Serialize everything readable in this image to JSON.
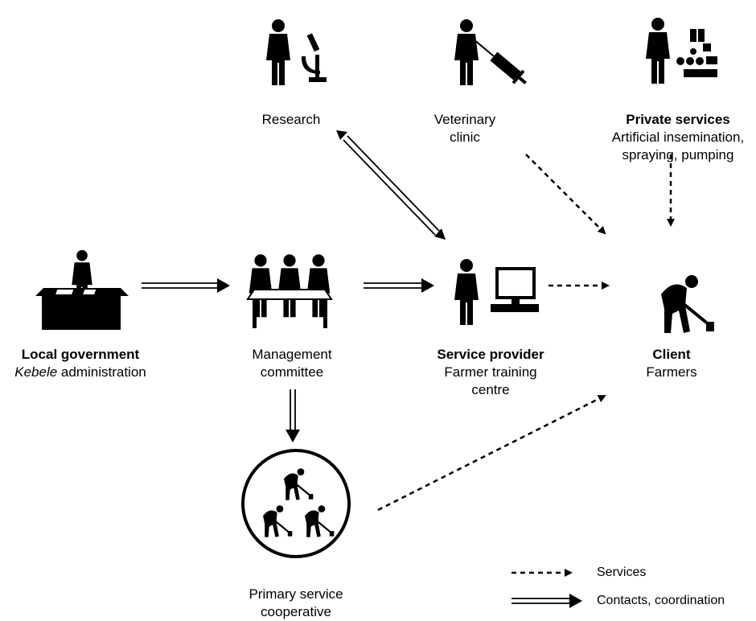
{
  "nodes": {
    "research": {
      "label": "Research",
      "icon": "microscope-person-icon"
    },
    "veterinary": {
      "line1": "Veterinary",
      "line2": "clinic",
      "icon": "syringe-person-icon"
    },
    "private": {
      "title": "Private services",
      "line1": "Artificial insemination,",
      "line2": "spraying, pumping",
      "icon": "supplies-person-icon"
    },
    "local_gov": {
      "title": "Local government",
      "italic": "Kebele",
      "rest": " administration",
      "icon": "desk-person-icon"
    },
    "committee": {
      "line1": "Management",
      "line2": "committee",
      "icon": "committee-table-icon"
    },
    "provider": {
      "title": "Service provider",
      "line1": "Farmer training",
      "line2": "centre",
      "icon": "computer-person-icon"
    },
    "client": {
      "title": "Client",
      "line1": "Farmers",
      "icon": "farmer-hoe-icon"
    },
    "cooperative": {
      "line1": "Primary service",
      "line2": "cooperative",
      "icon": "farmers-group-icon"
    }
  },
  "legend": {
    "services": "Services",
    "contacts": "Contacts, coordination"
  },
  "colors": {
    "ink": "#000000",
    "background": "#ffffff"
  }
}
